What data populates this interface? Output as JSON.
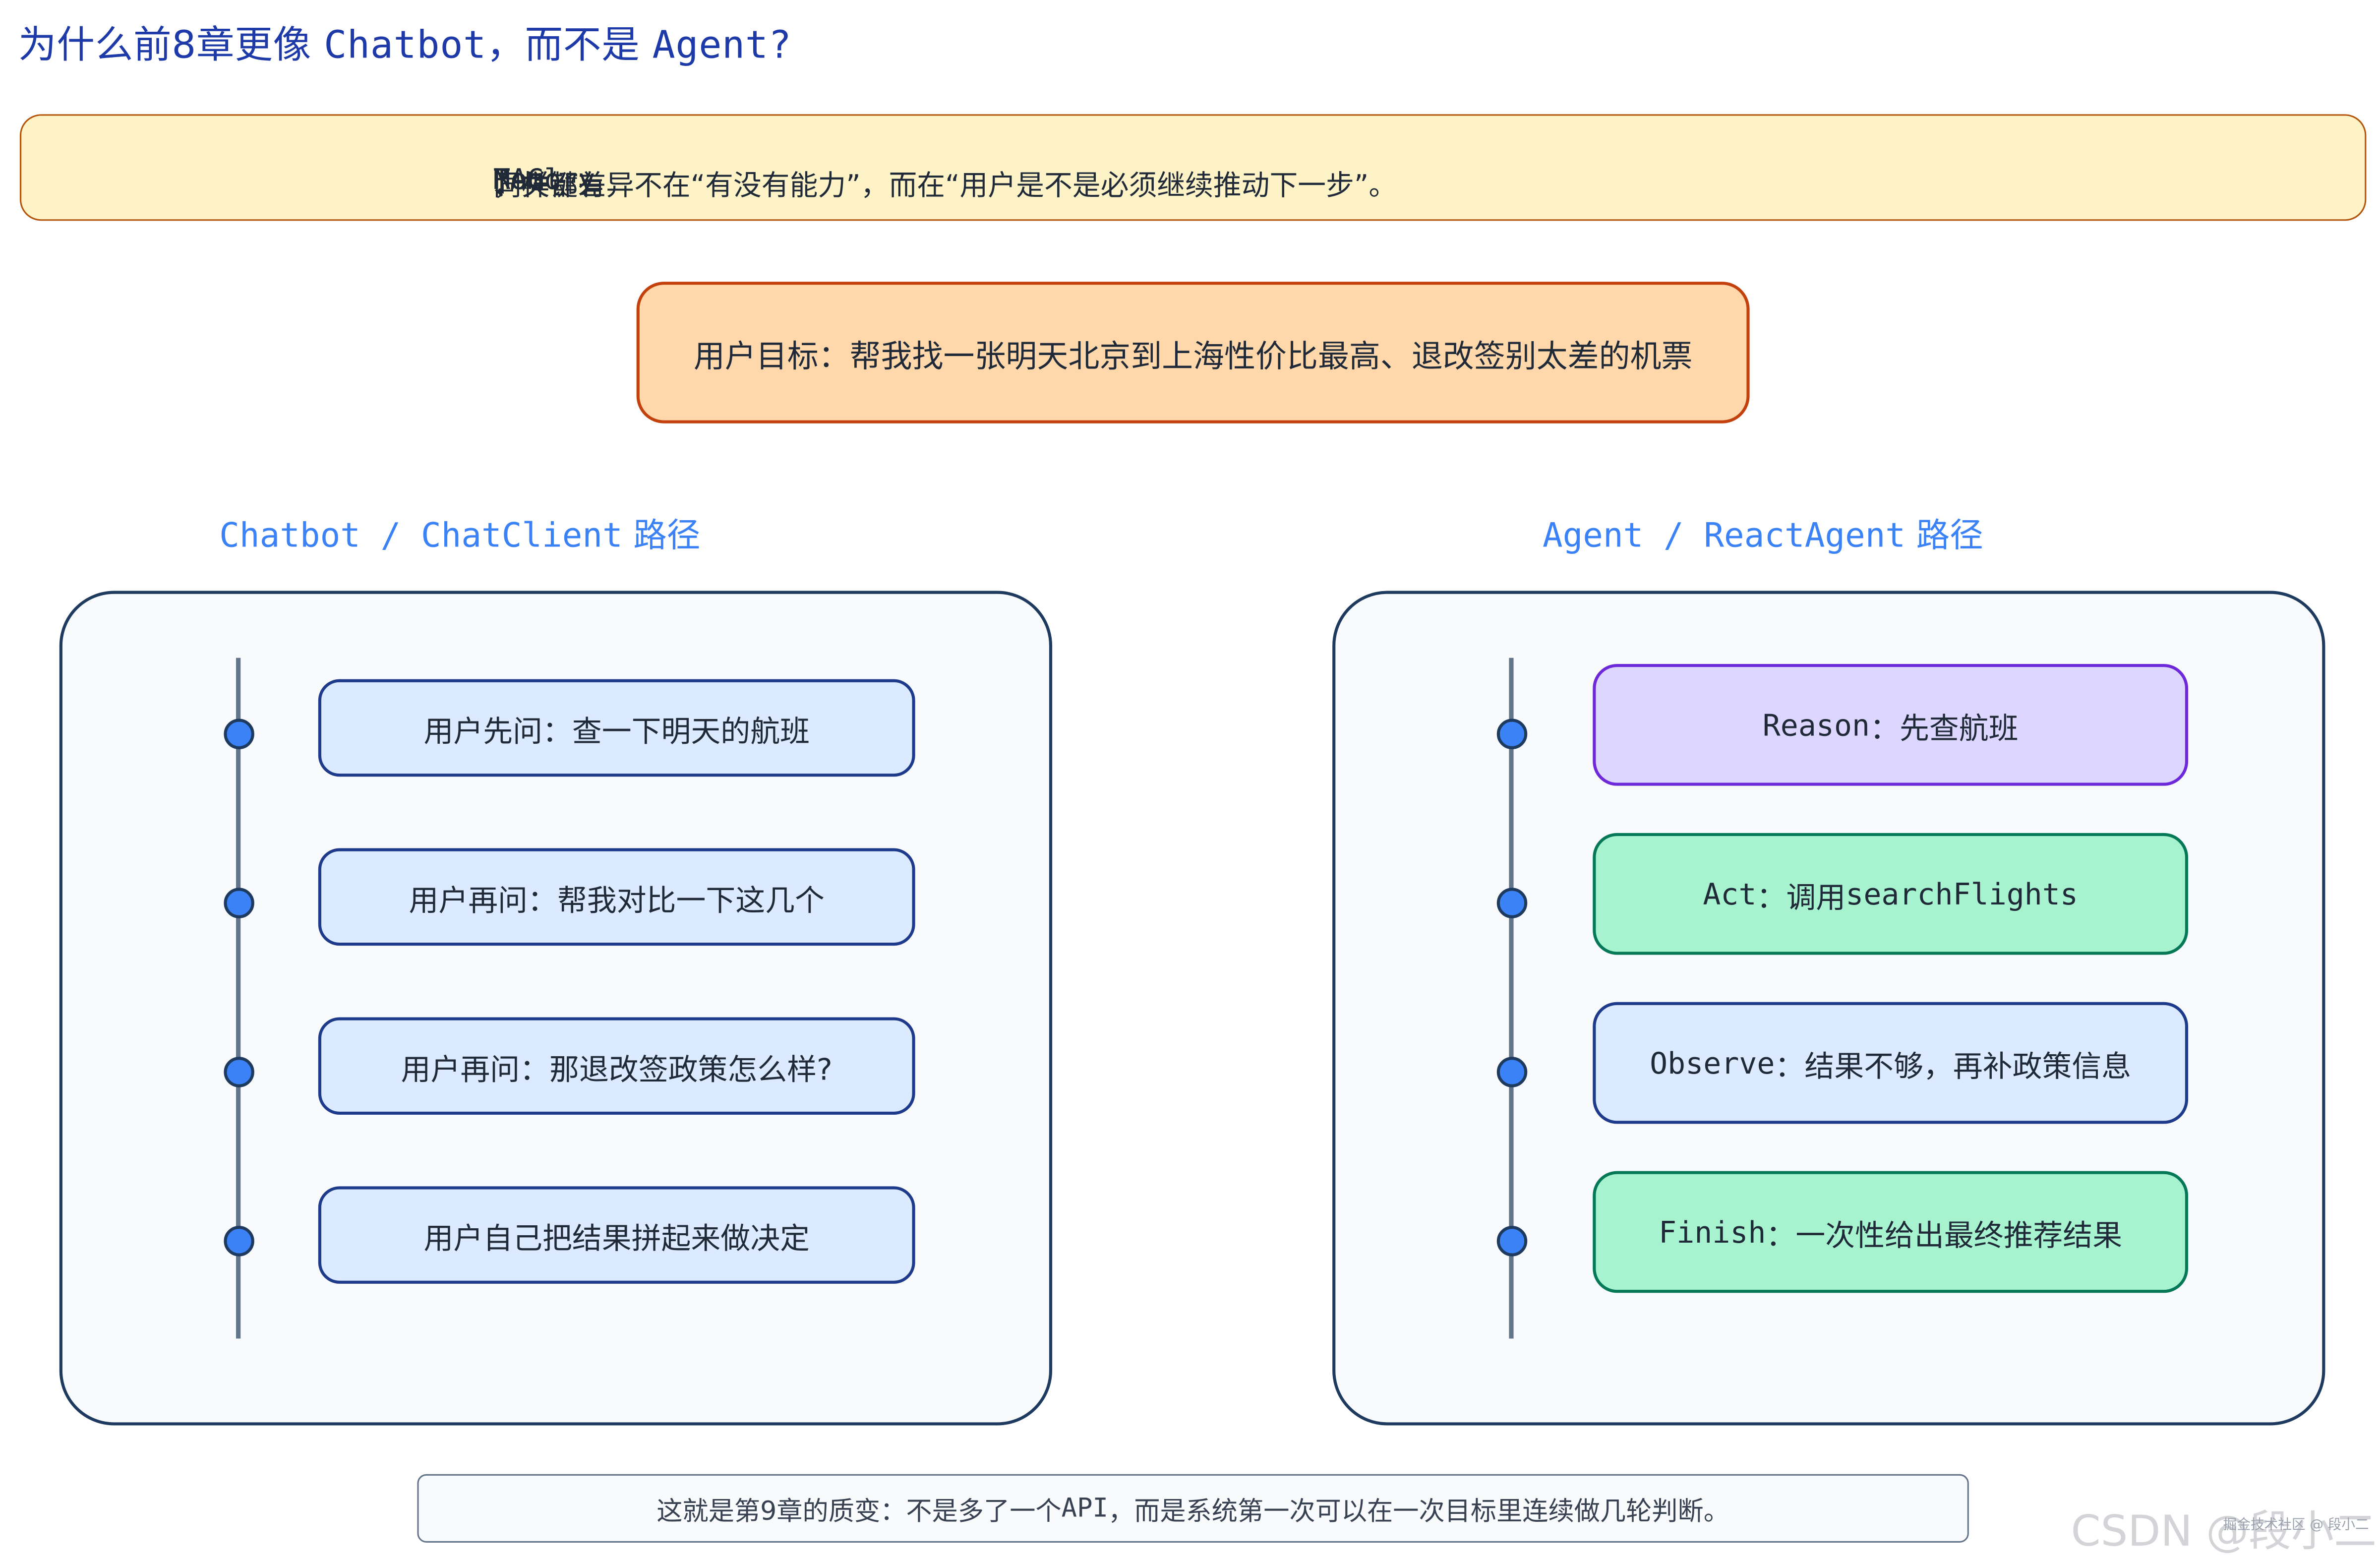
{
  "title": {
    "prefix": "为什么前8章更像 ",
    "chatbot": "Chatbot",
    "mid": "，而不是 ",
    "agent": "Agent",
    "suffix": "?"
  },
  "top_note": {
    "a": "同样都有 ",
    "b": "Tool",
    "c": "、",
    "d": "Memory",
    "e": "、",
    "f": "RAG",
    "g": "，关键差异不在“有没有能力”，而在“用户是不是必须继续推动下一步”。"
  },
  "goal": "用户目标：帮我找一张明天北京到上海性价比最高、退改签别太差的机票",
  "left_lane": {
    "title": {
      "a": "Chatbot / ChatClient",
      "b": " 路径"
    },
    "steps": [
      "用户先问：查一下明天的航班",
      "用户再问：帮我对比一下这几个",
      "用户再问：那退改签政策怎么样?",
      "用户自己把结果拼起来做决定"
    ]
  },
  "right_lane": {
    "title": {
      "a": "Agent / ReactAgent",
      "b": " 路径"
    },
    "steps": [
      {
        "a": "Reason",
        "b": "：先查航班",
        "color": "#ddd6fe"
      },
      {
        "a": "Act",
        "b": "：调用 ",
        "c": "searchFlights",
        "color": "#a7f3d0"
      },
      {
        "a": "Observe",
        "b": "：结果不够，再补政策信息",
        "color": "#dbeafe"
      },
      {
        "a": "Finish",
        "b": "：一次性给出最终推荐结果",
        "color": "#a7f3d0"
      }
    ]
  },
  "bottom_note": {
    "a": "这就是第9章的质变：不是多了一个 ",
    "b": "API",
    "c": "，而是系统第一次可以在一次目标里连续做几轮判断。"
  },
  "watermark": {
    "main": "CSDN @段小二",
    "sub": "掘金技术社区 @ 段小二"
  },
  "colors": {
    "accent": "#3b82f6",
    "title": "#1e3aa8",
    "goal_bg": "#fed7aa",
    "note_bg": "#fef3c7"
  }
}
